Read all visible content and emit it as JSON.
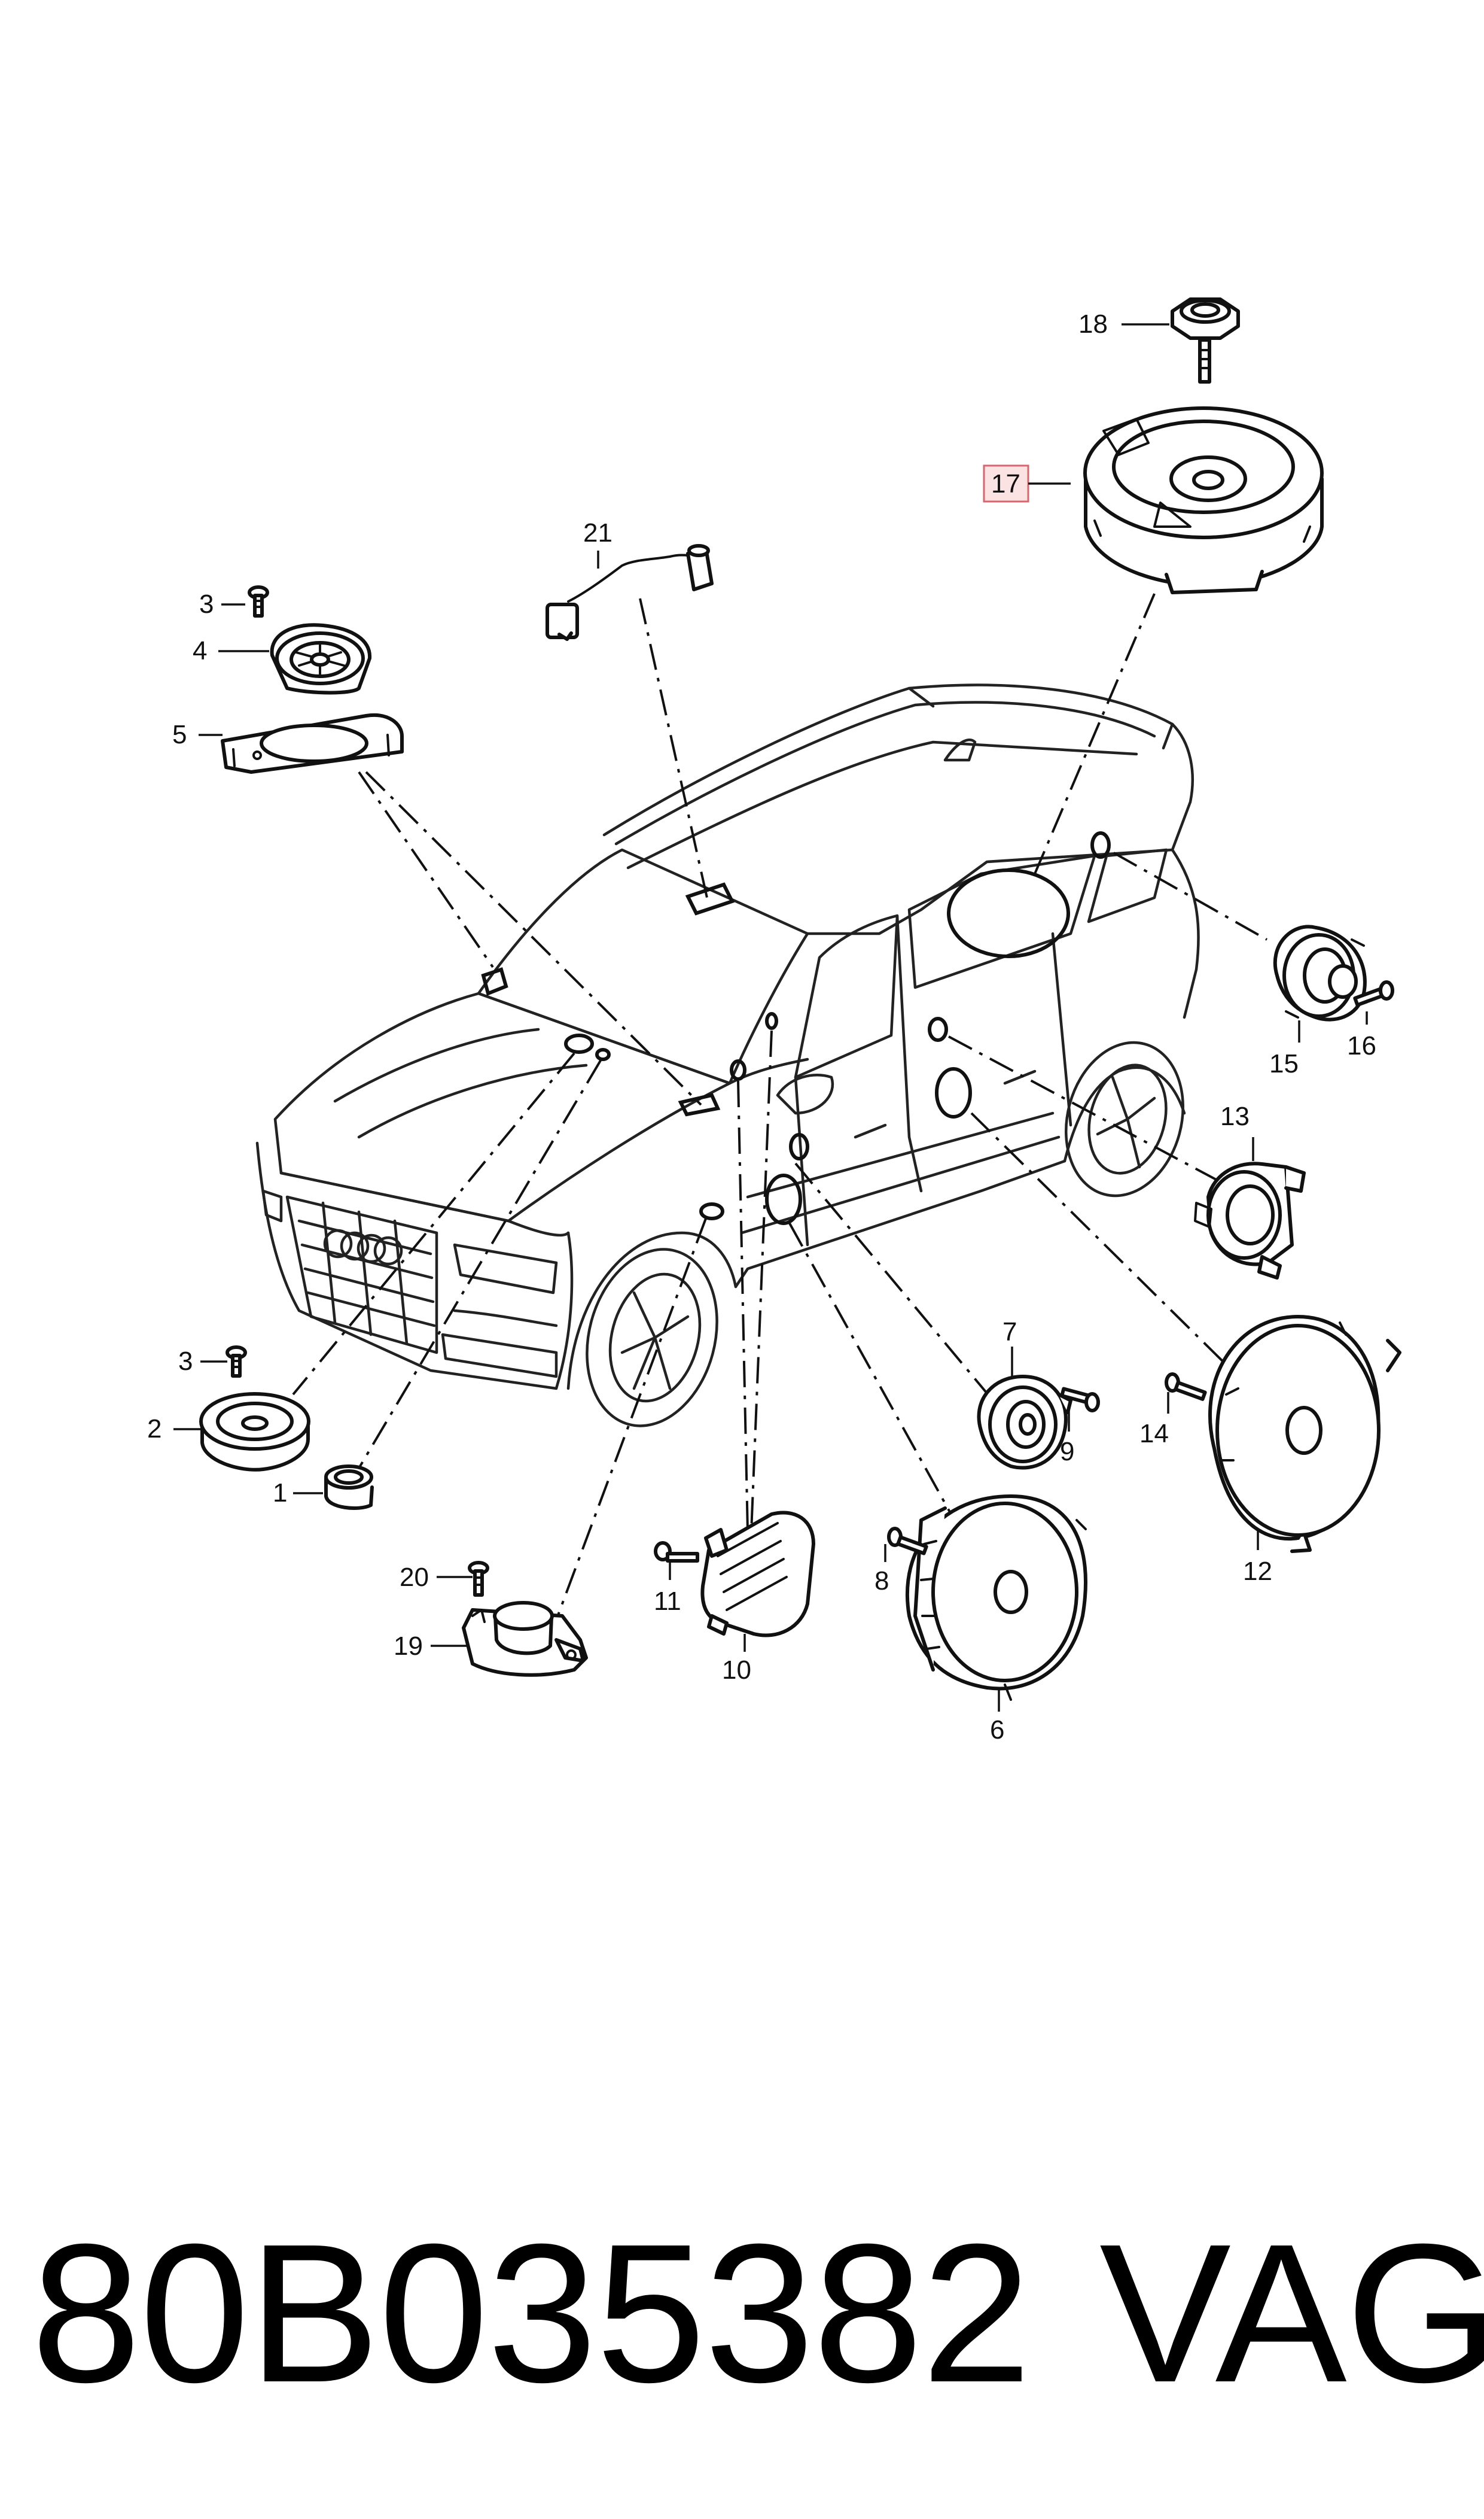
{
  "diagram": {
    "callouts": {
      "c1": "1",
      "c2": "2",
      "c3a": "3",
      "c3b": "3",
      "c4": "4",
      "c5": "5",
      "c6": "6",
      "c7": "7",
      "c8": "8",
      "c9": "9",
      "c10": "10",
      "c11": "11",
      "c12": "12",
      "c13": "13",
      "c14": "14",
      "c15": "15",
      "c16": "16",
      "c17": "17",
      "c18": "18",
      "c19": "19",
      "c20": "20",
      "c21": "21"
    },
    "highlighted_callout": "17",
    "colors": {
      "line": "#111111",
      "highlight_fill": "#fbe3e3",
      "highlight_stroke": "#d9666e",
      "background": "#ffffff"
    }
  },
  "footer": {
    "part_number": "80B035382",
    "brand": "VAG"
  }
}
